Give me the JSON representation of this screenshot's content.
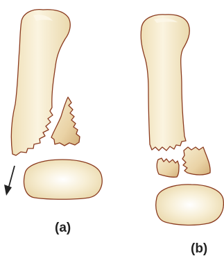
{
  "panels": [
    {
      "id": "a",
      "label": "(a)"
    },
    {
      "id": "b",
      "label": "(b)"
    }
  ],
  "colors": {
    "bone_fill": "#f3e7c5",
    "bone_highlight": "#fdf8ea",
    "bone_outline": "#8a3a1e",
    "fragment_shadow": "#d7b98a",
    "arrow": "#222222",
    "label": "#222222"
  }
}
